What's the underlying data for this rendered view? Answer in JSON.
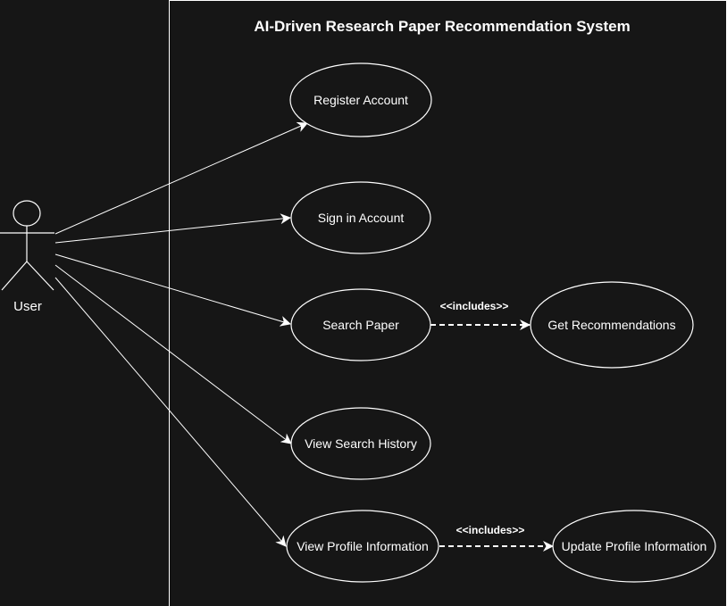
{
  "system": {
    "title": "AI-Driven Research Paper Recommendation System"
  },
  "actor": {
    "name": "User"
  },
  "use_cases": {
    "register": "Register Account",
    "signin": "Sign in Account",
    "search": "Search Paper",
    "recommend": "Get Recommendations",
    "history": "View Search History",
    "profile": "View Profile Information",
    "update": "Update Profile Information"
  },
  "relations": {
    "include_1": "<<includes>>",
    "include_2": "<<includes>>"
  },
  "colors": {
    "background": "#161616",
    "line": "#ffffff",
    "text": "#ffffff"
  }
}
